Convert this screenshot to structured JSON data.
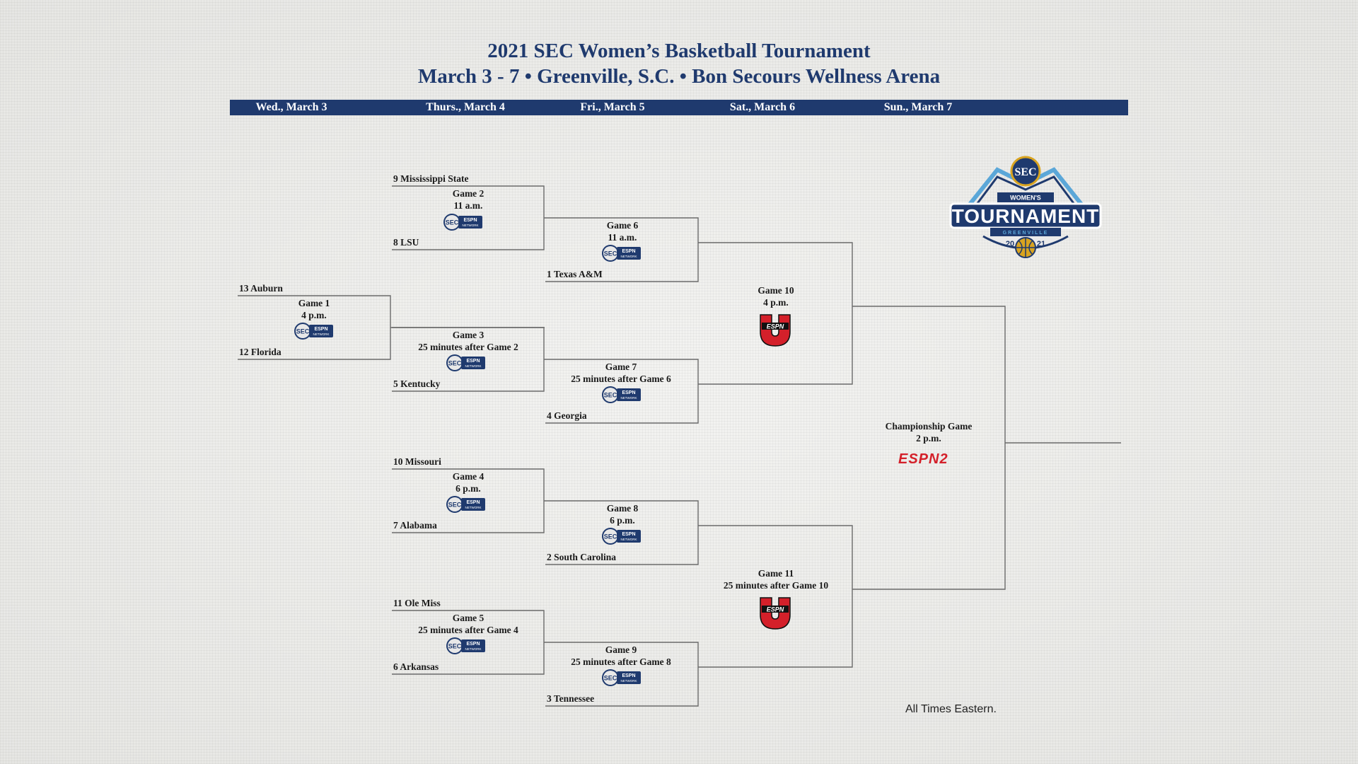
{
  "header": {
    "title": "2021 SEC Women’s Basketball Tournament",
    "subtitle": "March 3 - 7 • Greenville, S.C. • Bon Secours Wellness Arena"
  },
  "days": [
    "Wed., March 3",
    "Thurs., March 4",
    "Fri., March 5",
    "Sat., March 6",
    "Sun., March 7"
  ],
  "teams": {
    "t13": "13 Auburn",
    "t12": "12 Florida",
    "t9": "9 Mississippi State",
    "t8": "8 LSU",
    "t5": "5 Kentucky",
    "t10": "10 Missouri",
    "t7": "7 Alabama",
    "t11": "11 Ole Miss",
    "t6": "6 Arkansas",
    "t1": "1 Texas A&M",
    "t4": "4 Georgia",
    "t2": "2 South Carolina",
    "t3": "3 Tennessee"
  },
  "games": {
    "g1": {
      "name": "Game 1",
      "time": "4 p.m.",
      "network": "SEC Network"
    },
    "g2": {
      "name": "Game 2",
      "time": "11 a.m.",
      "network": "SEC Network"
    },
    "g3": {
      "name": "Game 3",
      "time": "25 minutes after Game 2",
      "network": "SEC Network"
    },
    "g4": {
      "name": "Game 4",
      "time": "6 p.m.",
      "network": "SEC Network"
    },
    "g5": {
      "name": "Game 5",
      "time": "25 minutes after Game 4",
      "network": "SEC Network"
    },
    "g6": {
      "name": "Game 6",
      "time": "11 a.m.",
      "network": "SEC Network"
    },
    "g7": {
      "name": "Game 7",
      "time": "25 minutes after Game 6",
      "network": "SEC Network"
    },
    "g8": {
      "name": "Game 8",
      "time": "6 p.m.",
      "network": "SEC Network"
    },
    "g9": {
      "name": "Game 9",
      "time": "25 minutes after Game 8",
      "network": "SEC Network"
    },
    "g10": {
      "name": "Game 10",
      "time": "4 p.m.",
      "network": "ESPNU"
    },
    "g11": {
      "name": "Game 11",
      "time": "25 minutes after Game 10",
      "network": "ESPNU"
    },
    "final": {
      "name": "Championship Game",
      "time": "2 p.m.",
      "network": "ESPN 2"
    }
  },
  "logo": {
    "top": "SEC",
    "ribbon": "WOMEN'S",
    "main": "TOURNAMENT",
    "city": "GREENVILLE",
    "y1": "20",
    "y2": "21"
  },
  "network_labels": {
    "sec_espn": "ESPN",
    "sec_network": "NETWORK",
    "espnu": "ESPN",
    "espn2": "ESPN2"
  },
  "footer": "All Times Eastern.",
  "colors": {
    "navy": "#1f3a6e",
    "red": "#d4202a",
    "gold": "#d9a420"
  }
}
